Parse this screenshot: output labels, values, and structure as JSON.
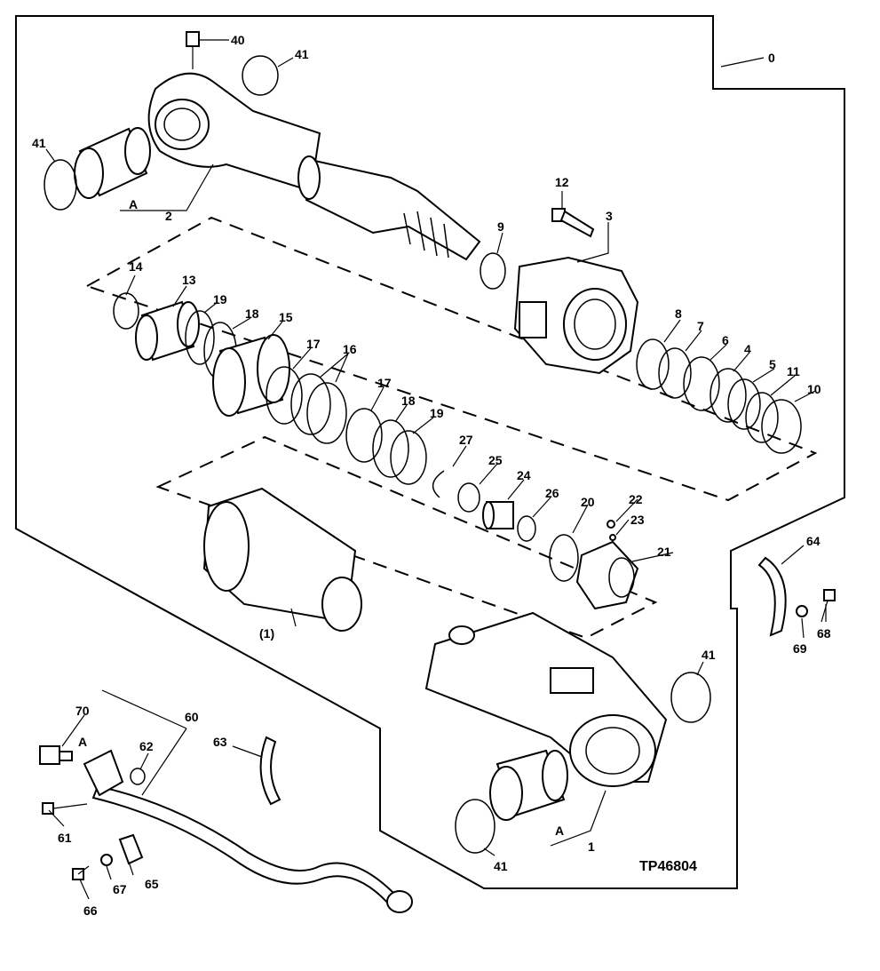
{
  "figure_id": "TP46804",
  "callouts": {
    "c0": "0",
    "c1": "1",
    "c2": "2",
    "c3": "3",
    "c4": "4",
    "c5": "5",
    "c6": "6",
    "c7": "7",
    "c8": "8",
    "c9": "9",
    "c10": "10",
    "c11": "11",
    "c12": "12",
    "c13": "13",
    "c14": "14",
    "c15": "15",
    "c16": "16",
    "c17a": "17",
    "c17b": "17",
    "c18a": "18",
    "c18b": "18",
    "c19a": "19",
    "c19b": "19",
    "c20": "20",
    "c21": "21",
    "c22": "22",
    "c23": "23",
    "c24": "24",
    "c25": "25",
    "c26": "26",
    "c27": "27",
    "c40": "40",
    "c41a": "41",
    "c41b": "41",
    "c41c": "41",
    "c41d": "41",
    "c60": "60",
    "c61": "61",
    "c62": "62",
    "c63": "63",
    "c64": "64",
    "c65": "65",
    "c66": "66",
    "c67": "67",
    "c68": "68",
    "c69": "69",
    "c70": "70",
    "cparen1": "(1)",
    "cA1": "A",
    "cA2": "A",
    "cA3": "A"
  }
}
